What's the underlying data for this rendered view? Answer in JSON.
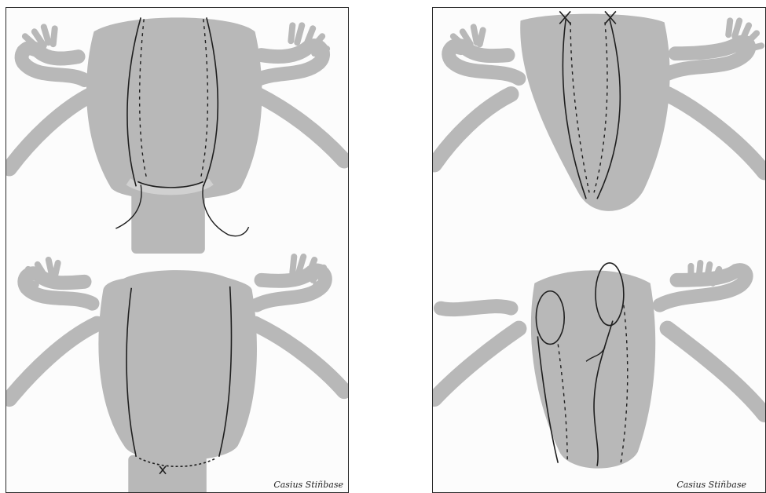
{
  "panels": [
    {
      "id": "top-left-suture-running",
      "signature": ""
    },
    {
      "id": "right-figure",
      "signature": ""
    }
  ],
  "signatures": {
    "left": "Casius Stiñbase",
    "right": "Casius Stiñbase"
  },
  "colors": {
    "tissue": "#b8b8b8",
    "suture": "#1e1e1e",
    "frame": "#2a2a2a",
    "background": "#fcfcfc"
  }
}
